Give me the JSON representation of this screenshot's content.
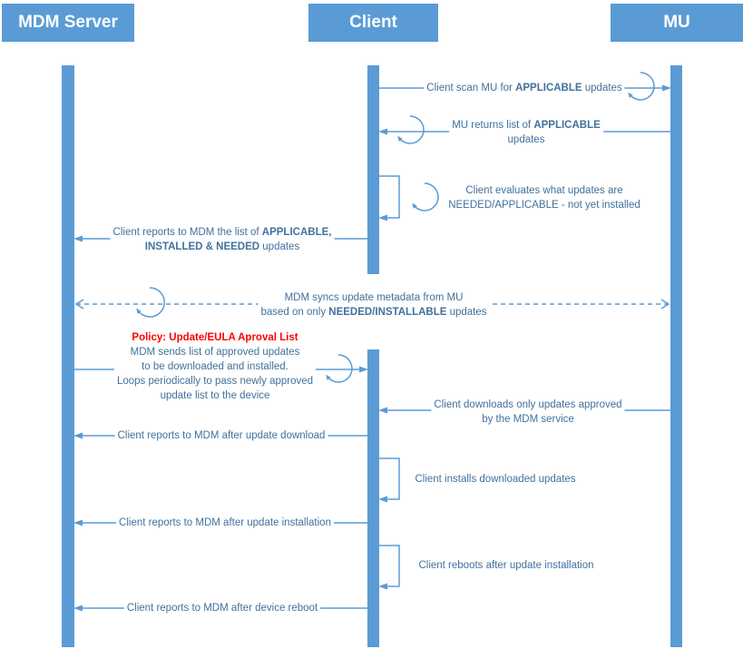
{
  "colors": {
    "accent_blue": "#5B9BD5",
    "message_text_blue": "#41719C",
    "policy_red": "#FF0000",
    "header_text": "#FFFFFF"
  },
  "actors": [
    {
      "label": "MDM Server"
    },
    {
      "label": "Client"
    },
    {
      "label": "MU"
    }
  ],
  "messages": {
    "scan": {
      "pre": "Client scan MU for ",
      "bold": "APPLICABLE",
      "post": " updates"
    },
    "returns": {
      "line1_pre": "MU returns list of ",
      "line1_bold": "APPLICABLE",
      "line2": "updates"
    },
    "evaluate": {
      "line1": "Client evaluates what updates are",
      "line2": "NEEDED/APPLICABLE - not yet installed"
    },
    "report_list": {
      "line1_pre": "Client reports to MDM the list of ",
      "line1_bold": "APPLICABLE,",
      "line2_bold": "INSTALLED & NEEDED",
      "line2_post": " updates"
    },
    "sync": {
      "line1": "MDM syncs update metadata from MU",
      "line2_pre": "based on only ",
      "line2_bold": "NEEDED/INSTALLABLE",
      "line2_post": " updates"
    },
    "policy": {
      "title": "Policy: Update/EULA Aproval List",
      "line1": "MDM sends list of approved updates",
      "line2": "to be downloaded and installed.",
      "line3": "Loops periodically to pass newly approved",
      "line4": "update list to the device"
    },
    "download": {
      "line1": "Client downloads only updates approved",
      "line2": "by the MDM service"
    },
    "report_download": {
      "text": "Client reports to MDM after update download"
    },
    "install": {
      "text": "Client installs downloaded updates"
    },
    "report_install": {
      "text": "Client reports to MDM after update installation"
    },
    "reboot": {
      "text": "Client reboots after update installation"
    },
    "report_reboot": {
      "text": "Client reports to MDM after device reboot"
    }
  }
}
